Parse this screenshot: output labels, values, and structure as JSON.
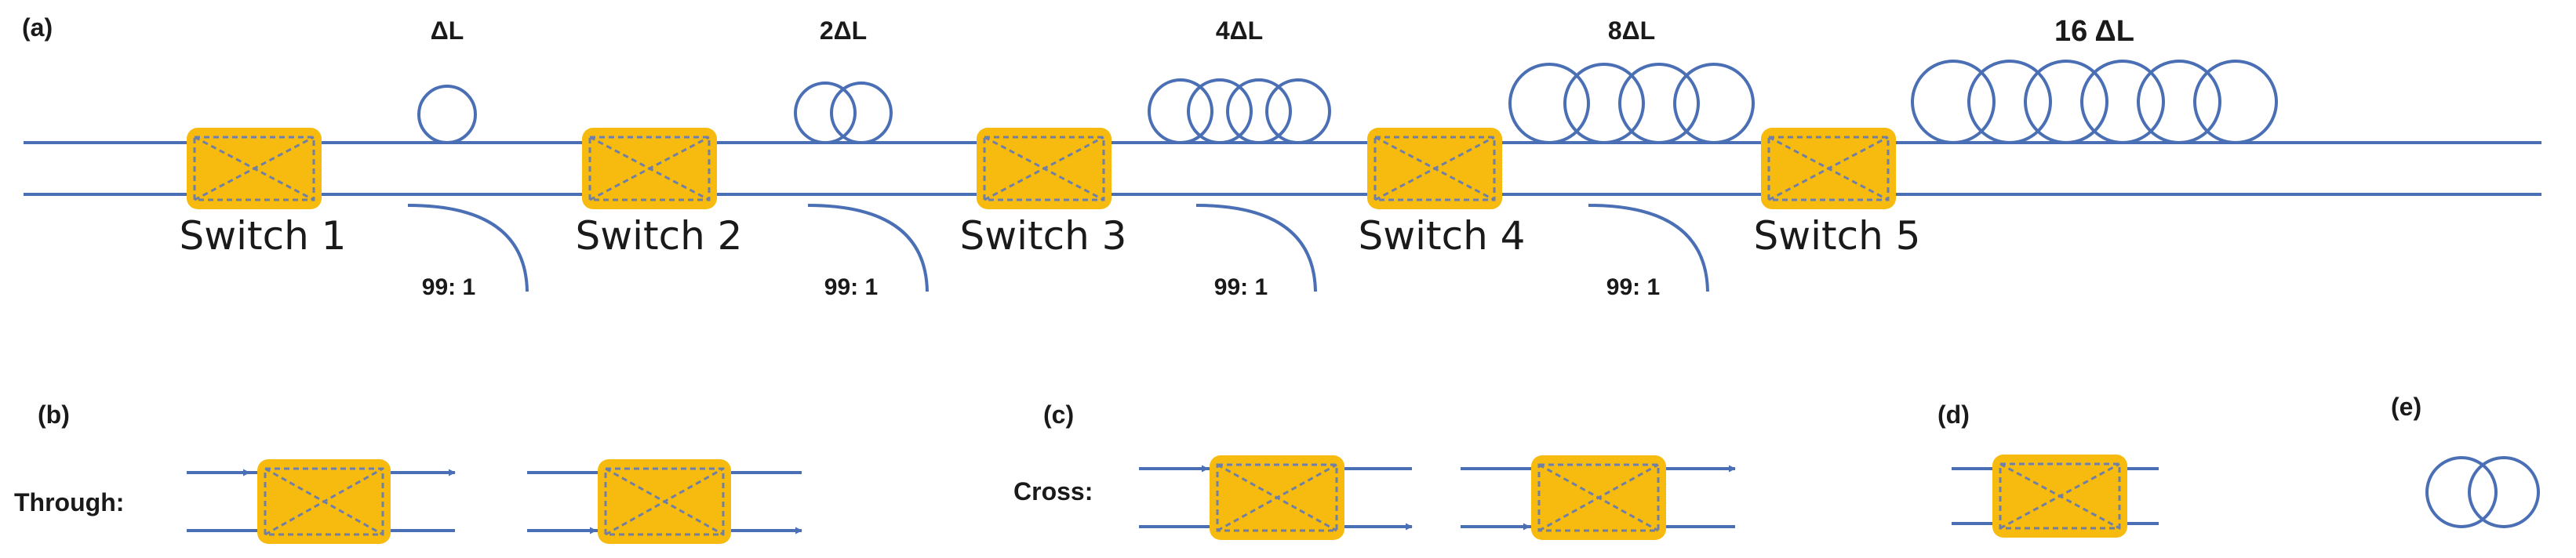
{
  "colors": {
    "line": "#4a6fb5",
    "switch_fill": "#f7bb10",
    "switch_dash": "#6f7fa6",
    "text": "#1a1a1a"
  },
  "panel_a": {
    "label": "(a)",
    "switches": [
      "Switch 1",
      "Switch 2",
      "Switch 3",
      "Switch 4",
      "Switch 5"
    ],
    "delays": [
      "ΔL",
      "2ΔL",
      "4ΔL",
      "8ΔL",
      "16 ΔL"
    ],
    "delay_loop_counts": [
      1,
      2,
      4,
      4,
      6
    ],
    "coupler_ratios": [
      "99: 1",
      "99: 1",
      "99: 1",
      "99: 1"
    ]
  },
  "panel_b": {
    "label": "(b)",
    "caption": "Through:"
  },
  "panel_c": {
    "label": "(c)",
    "caption": "Cross:"
  },
  "panel_d": {
    "label": "(d)"
  },
  "panel_e": {
    "label": "(e)"
  }
}
